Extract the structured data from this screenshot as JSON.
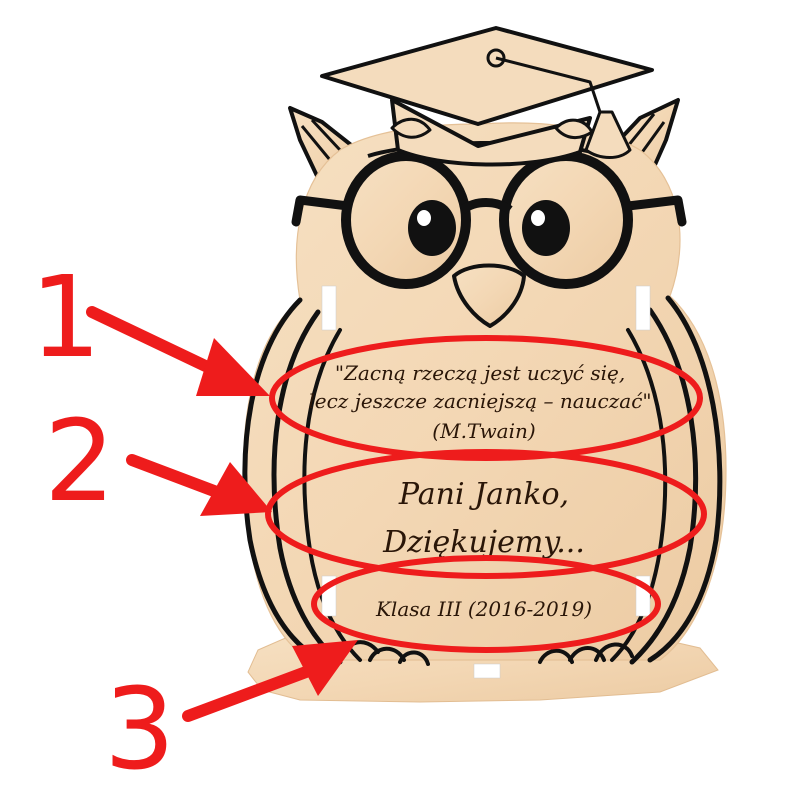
{
  "plaque": {
    "quote_line1": "\"Zacną rzeczą jest uczyć się,",
    "quote_line2": "lecz jeszcze zacniejszą – nauczać\"",
    "quote_author": "(M.Twain)",
    "dedication_line1": "Pani Janko,",
    "dedication_line2": "Dziękujemy...",
    "class_info": "Klasa III (2016-2019)"
  },
  "callouts": [
    {
      "label": "1"
    },
    {
      "label": "2"
    },
    {
      "label": "3"
    }
  ],
  "colors": {
    "wood": "#f3d9b8",
    "wood_edge": "#e9c79e",
    "line": "#111111",
    "callout": "#ee1c1c",
    "engraving": "#2a1608"
  }
}
